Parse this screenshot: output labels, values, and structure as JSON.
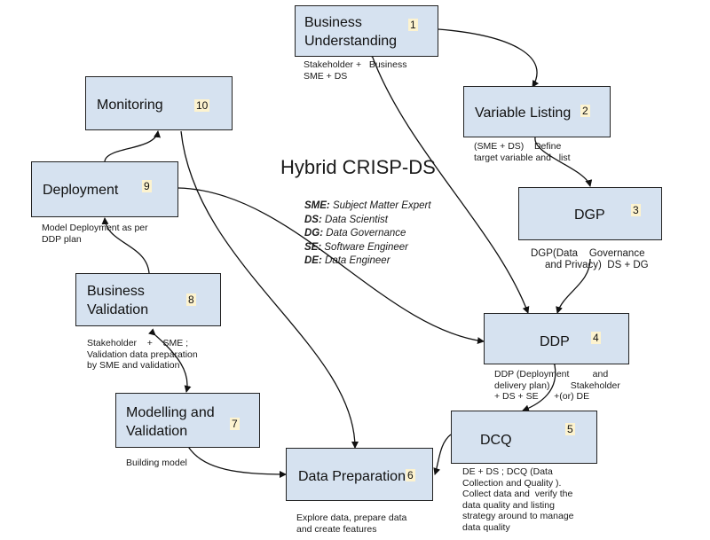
{
  "title": "Hybrid CRISP-DS",
  "legend": [
    {
      "abbr": "SME:",
      "desc": "Subject Matter Expert"
    },
    {
      "abbr": "DS:",
      "desc": "Data Scientist"
    },
    {
      "abbr": "DG:",
      "desc": "Data Governance"
    },
    {
      "abbr": "SE:",
      "desc": "Software Engineer"
    },
    {
      "abbr": "DE:",
      "desc": "Data Engineer"
    }
  ],
  "steps": [
    {
      "label": "Business\nUnderstanding",
      "number": "1",
      "note": "Stakeholder +   Business\nSME + DS"
    },
    {
      "label": "Variable Listing",
      "number": "2",
      "note": "(SME + DS)    Define\ntarget variable and   list"
    },
    {
      "label": "DGP",
      "number": "3",
      "note": "DGP(Data    Governance\n     and Privacy)  DS + DG"
    },
    {
      "label": "DDP",
      "number": "4",
      "note": "DDP (Deployment         and\ndelivery plan)        Stakeholder\n+ DS + SE      +(or) DE"
    },
    {
      "label": "DCQ",
      "number": "5",
      "note": "DE + DS ; DCQ (Data\nCollection and Quality ).\nCollect data and  verify the\ndata quality and listing\nstrategy around to manage\ndata quality"
    },
    {
      "label": "Data Preparation",
      "number": "6",
      "note": "Explore data, prepare data\nand create features"
    },
    {
      "label": "Modelling and\nValidation",
      "number": "7",
      "note": "Building model"
    },
    {
      "label": "Business\nValidation",
      "number": "8",
      "note": "Stakeholder    +    SME ;\nValidation data preparation\nby SME and validation"
    },
    {
      "label": "Deployment",
      "number": "9",
      "note": "Model Deployment as per\nDDP plan"
    },
    {
      "label": "Monitoring",
      "number": "10",
      "note": ""
    }
  ]
}
